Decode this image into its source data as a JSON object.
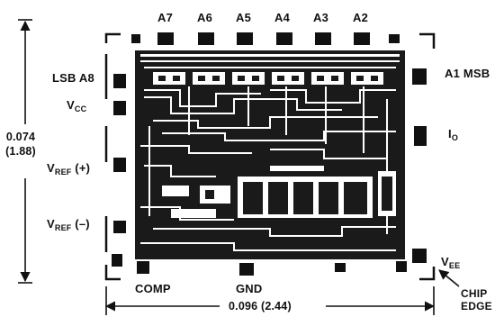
{
  "figure": {
    "pins_top": [
      "A7",
      "A6",
      "A5",
      "A4",
      "A3",
      "A2"
    ],
    "pins_left": {
      "lsb_a8": "LSB A8",
      "vcc_main": "V",
      "vcc_sub": "CC",
      "vref_pos_main": "V",
      "vref_pos_sub": "REF",
      "vref_pos_suffix": "(+)",
      "vref_neg_main": "V",
      "vref_neg_sub": "REF",
      "vref_neg_suffix": "(–)"
    },
    "pins_right": {
      "a1_msb": "A1 MSB",
      "io_main": "I",
      "io_sub": "O",
      "vee_main": "V",
      "vee_sub": "EE"
    },
    "pins_bottom": {
      "comp": "COMP",
      "gnd": "GND"
    },
    "dimension_height": {
      "inches": "0.074",
      "mm": "(1.88)"
    },
    "dimension_width": "0.096 (2.44)",
    "chip_edge": {
      "line1": "CHIP",
      "line2": "EDGE"
    },
    "colors": {
      "ink": "#111111",
      "paper": "#ffffff",
      "die": "#1a1a1a"
    }
  }
}
